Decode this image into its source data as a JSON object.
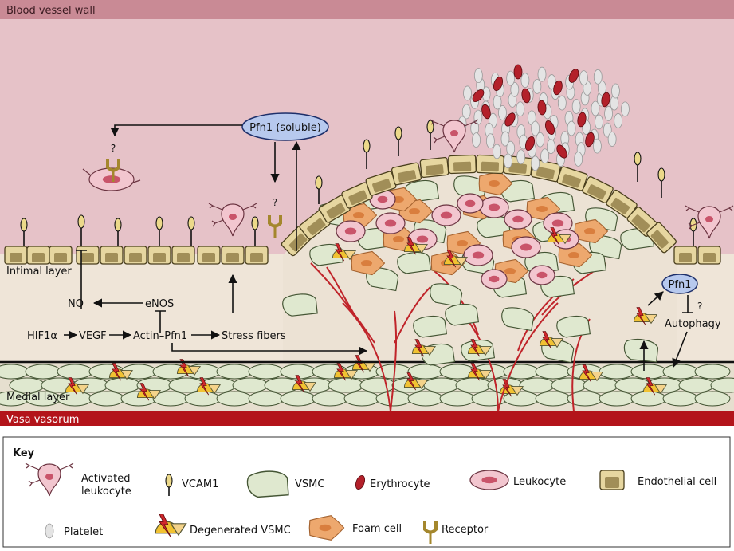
{
  "labels": {
    "blood_vessel_wall": "Blood vessel wall",
    "intimal_layer": "Intimal layer",
    "medial_layer": "Medial layer",
    "vasa_vasorum": "Vasa vasorum",
    "pfn1_soluble": "Pfn1 (soluble)",
    "pfn1": "Pfn1",
    "q1": "?",
    "q2": "?",
    "q3": "?",
    "no": "NO",
    "enos": "eNOS",
    "hif1a": "HIF1α",
    "vegf": "VEGF",
    "actin_pfn1": "Actin–Pfn1",
    "stress_fibers": "Stress fibers",
    "autophagy": "Autophagy"
  },
  "key": {
    "title": "Key",
    "activated_leukocyte": [
      "Activated",
      "leukocyte"
    ],
    "vcam1": "VCAM1",
    "vsmc": "VSMC",
    "erythrocyte": "Erythrocyte",
    "leukocyte": "Leukocyte",
    "endothelial_cell": "Endothelial cell",
    "platelet": "Platelet",
    "degenerated_vsmc": "Degenerated VSMC",
    "foam_cell": "Foam cell",
    "receptor": "Receptor"
  },
  "colors": {
    "lumen": "#e6c2c8",
    "top_band": "#c98a95",
    "tissue": "#efe5d8",
    "endothelial": "#e6d6a0",
    "endothelial_nucleus": "#8a7540",
    "vsmc": "#dfe8cf",
    "leukocyte": "#f2c6cf",
    "leukocyte_nucleus": "#c9546a",
    "foam": "#eda86e",
    "erythrocyte": "#b3202a",
    "platelet": "#e4e4e4",
    "vasa": "#b3141a",
    "pfn1_bubble": "#b7c9ee",
    "receptor": "#a4872d",
    "degenerated_yellow": "#f1c232",
    "degenerated_red": "#d0282c"
  }
}
